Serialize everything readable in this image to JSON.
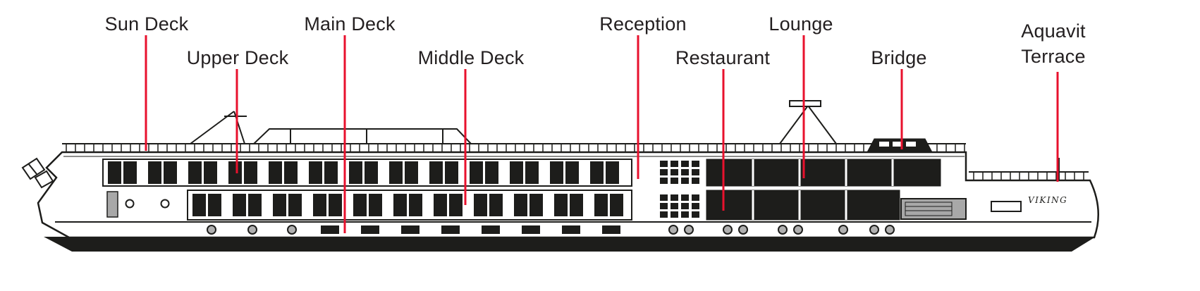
{
  "diagram": {
    "labels": [
      {
        "id": "sun-deck",
        "text": "Sun Deck"
      },
      {
        "id": "upper-deck",
        "text": "Upper Deck"
      },
      {
        "id": "main-deck",
        "text": "Main Deck"
      },
      {
        "id": "middle-deck",
        "text": "Middle Deck"
      },
      {
        "id": "reception",
        "text": "Reception"
      },
      {
        "id": "restaurant",
        "text": "Restaurant"
      },
      {
        "id": "lounge",
        "text": "Lounge"
      },
      {
        "id": "bridge",
        "text": "Bridge"
      },
      {
        "id": "aquavit-terrace",
        "text": "Aquavit Terrace"
      }
    ],
    "hull_wordmark": "VIKING",
    "colors": {
      "leader_line": "#e8112d",
      "window_dark": "#1d1d1b",
      "hull_outline": "#1d1d1b",
      "fitting_gray": "#a8a8a8"
    }
  }
}
